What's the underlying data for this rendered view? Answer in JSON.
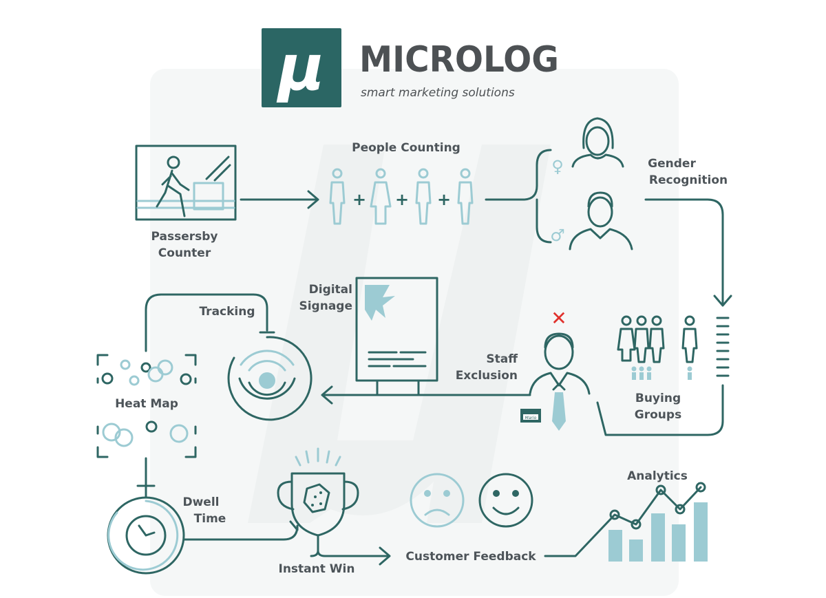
{
  "logo": {
    "mark": "μ",
    "name": "MICROLOG",
    "tagline": "smart marketing solutions"
  },
  "labels": {
    "passersby_1": "Passersby",
    "passersby_2": "Counter",
    "people_counting": "People Counting",
    "gender_1": "Gender",
    "gender_2": "Recognition",
    "buying_1": "Buying",
    "buying_2": "Groups",
    "staff_1": "Staff",
    "staff_2": "Exclusion",
    "signage_1": "Digital",
    "signage_2": "Signage",
    "tracking": "Tracking",
    "heat_map": "Heat Map",
    "dwell_1": "Dwell",
    "dwell_2": "Time",
    "instant_win": "Instant Win",
    "customer_feedback": "Customer Feedback",
    "analytics": "Analytics",
    "badge": "Mario",
    "female_symbol": "♀",
    "male_symbol": "♂",
    "plus": "+",
    "cross": "✕"
  },
  "colors": {
    "dark": "#2e6663",
    "light": "#9ccbd3",
    "text": "#4d5459",
    "bg": "#f5f7f7",
    "red": "#e0312c"
  }
}
